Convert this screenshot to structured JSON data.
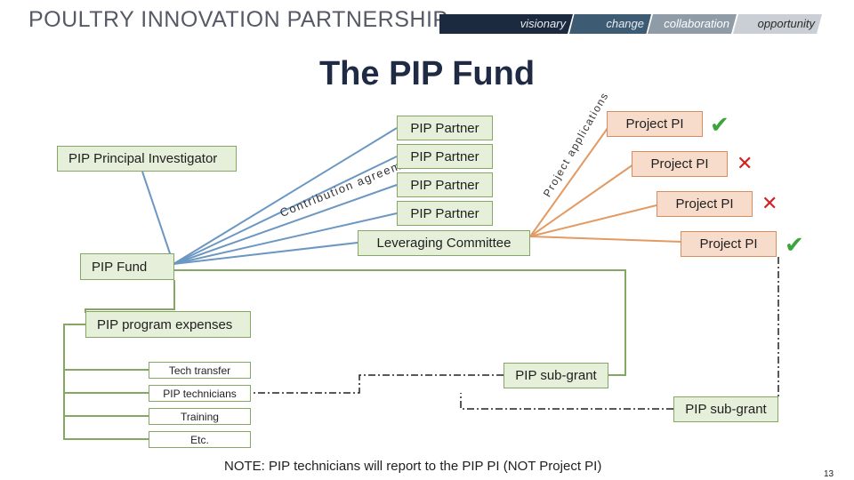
{
  "header": {
    "logo_text": "POULTRY INNOVATION PARTNERSHIP",
    "banner": [
      {
        "label": "visionary",
        "bg": "#1c2a3f",
        "fg": "#e8ecf2"
      },
      {
        "label": "change",
        "bg": "#3e5b74",
        "fg": "#e8ecf2"
      },
      {
        "label": "collaboration",
        "bg": "#8f9ba6",
        "fg": "#ffffff"
      },
      {
        "label": "opportunity",
        "bg": "#c9cfd4",
        "fg": "#2a2a2a"
      }
    ]
  },
  "title": "The PIP Fund",
  "nodes": {
    "pip_pi": "PIP Principal Investigator",
    "partners": [
      "PIP Partner",
      "PIP Partner",
      "PIP Partner",
      "PIP Partner"
    ],
    "leveraging": "Leveraging Committee",
    "project_pis": [
      {
        "label": "Project PI",
        "status": "approved"
      },
      {
        "label": "Project PI",
        "status": "rejected"
      },
      {
        "label": "Project PI",
        "status": "rejected"
      },
      {
        "label": "Project PI",
        "status": "approved"
      }
    ],
    "fund": "PIP Fund",
    "expenses": "PIP program expenses",
    "expense_items": [
      "Tech transfer",
      "PIP technicians",
      "Training",
      "Etc."
    ],
    "subgrant_1": "PIP sub-grant",
    "subgrant_2": "PIP sub-grant"
  },
  "labels": {
    "contribution": "Contribution agreements",
    "project_applications": "Project applications"
  },
  "glyphs": {
    "check": "✔",
    "cross": "✕"
  },
  "colors": {
    "blue_line": "#6b97c2",
    "orange_line": "#e39a63",
    "green_line": "#84a763",
    "gray_line": "#9aa0a6"
  },
  "note": "NOTE: PIP technicians will report to the PIP PI (NOT Project PI)",
  "page_number": "13"
}
